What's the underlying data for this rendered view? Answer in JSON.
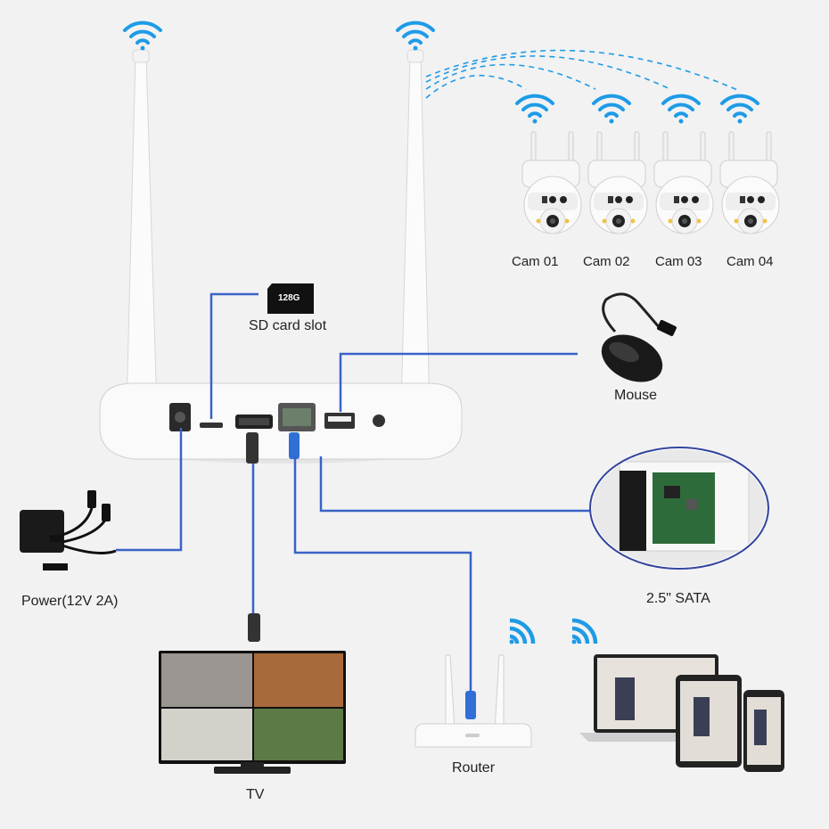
{
  "colors": {
    "background": "#f2f2f3",
    "wifi": "#1e9be6",
    "connector_line": "#3a63c6",
    "device_white": "#fafafa",
    "device_shadow": "#d9d9db"
  },
  "icons": [
    "wifi-icon",
    "antenna-icon",
    "camera-icon",
    "mouse-icon",
    "sd-card-icon",
    "power-adapter-icon",
    "tv-icon",
    "router-icon",
    "laptop-icon",
    "tablet-icon",
    "phone-icon",
    "hard-drive-icon"
  ],
  "sd_card": {
    "capacity": "128G"
  },
  "labels": {
    "sd_slot": "SD card slot",
    "mouse": "Mouse",
    "power": "Power(12V 2A)",
    "sata": "2.5\" SATA",
    "router": "Router",
    "tv": "TV"
  },
  "cameras": [
    {
      "label": "Cam 01"
    },
    {
      "label": "Cam 02"
    },
    {
      "label": "Cam 03"
    },
    {
      "label": "Cam 04"
    }
  ]
}
